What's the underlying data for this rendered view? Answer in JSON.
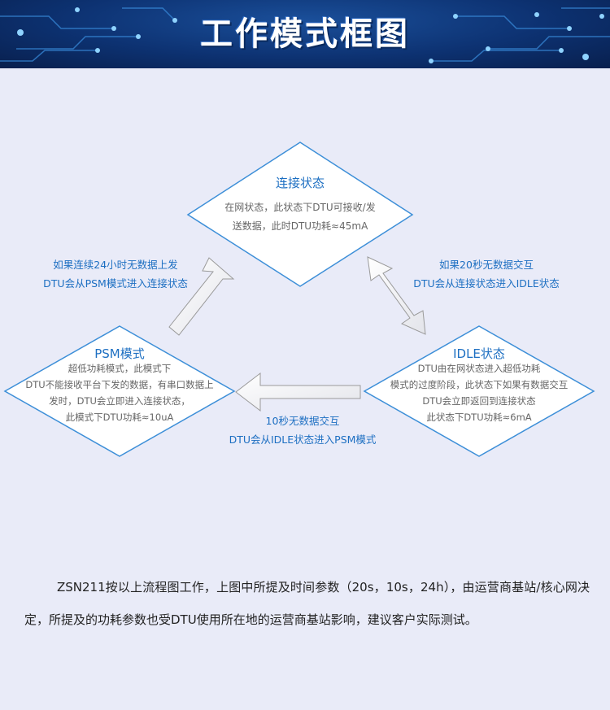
{
  "header": {
    "title": "工作模式框图"
  },
  "nodes": {
    "connected": {
      "title": "连接状态",
      "desc": [
        "在网状态，此状态下DTU可接收/发",
        "送数据，此时DTU功耗≈45mA"
      ]
    },
    "psm": {
      "title": "PSM模式",
      "desc": [
        "超低功耗模式，此模式下",
        "DTU不能接收平台下发的数据，有串口数据上",
        "发时，DTU会立即进入连接状态，",
        "此模式下DTU功耗≈10uA"
      ]
    },
    "idle": {
      "title": "IDLE状态",
      "desc": [
        "DTU由在网状态进入超低功耗",
        "模式的过度阶段，此状态下如果有数据交互",
        "DTU会立即返回到连接状态",
        "此状态下DTU功耗≈6mA"
      ]
    }
  },
  "transitions": {
    "psm_to_connected": [
      "如果连续24小时无数据上发",
      "DTU会从PSM模式进入连接状态"
    ],
    "connected_idle": [
      "如果20秒无数据交互",
      "DTU会从连接状态进入IDLE状态"
    ],
    "idle_to_psm": [
      "10秒无数据交互",
      "DTU会从IDLE状态进入PSM模式"
    ]
  },
  "description": "ZSN211按以上流程图工作，上图中所提及时间参数（20s，10s，24h），由运营商基站/核心网决定，所提及的功耗参数也受DTU使用所在地的运营商基站影响，建议客户实际测试。",
  "colors": {
    "banner": "#0d3272",
    "accent": "#1d6fc2",
    "diamond_border": "#3d8fd8",
    "background": "#e9ebf8"
  }
}
